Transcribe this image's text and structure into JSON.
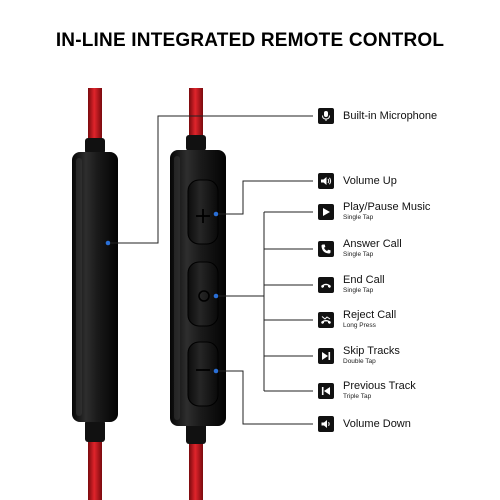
{
  "title": "IN-LINE INTEGRATED REMOTE CONTROL",
  "features": [
    {
      "key": "mic",
      "icon": "microphone-icon",
      "label": "Built-in Microphone",
      "sub": ""
    },
    {
      "key": "volup",
      "icon": "volume-up-icon",
      "label": "Volume Up",
      "sub": ""
    },
    {
      "key": "play",
      "icon": "play-icon",
      "label": "Play/Pause Music",
      "sub": "Single Tap"
    },
    {
      "key": "answer",
      "icon": "phone-answer-icon",
      "label": "Answer Call",
      "sub": "Single Tap"
    },
    {
      "key": "end",
      "icon": "phone-end-icon",
      "label": "End Call",
      "sub": "Single Tap"
    },
    {
      "key": "reject",
      "icon": "phone-reject-icon",
      "label": "Reject Call",
      "sub": "Long Press"
    },
    {
      "key": "skip",
      "icon": "skip-forward-icon",
      "label": "Skip Tracks",
      "sub": "Double Tap"
    },
    {
      "key": "prev",
      "icon": "skip-back-icon",
      "label": "Previous Track",
      "sub": "Triple Tap"
    },
    {
      "key": "voldown",
      "icon": "volume-down-icon",
      "label": "Volume Down",
      "sub": ""
    }
  ],
  "colors": {
    "cable": "#c8161d",
    "body": "#1a1a1a",
    "dot": "#2a6fd6",
    "line": "#222222"
  }
}
